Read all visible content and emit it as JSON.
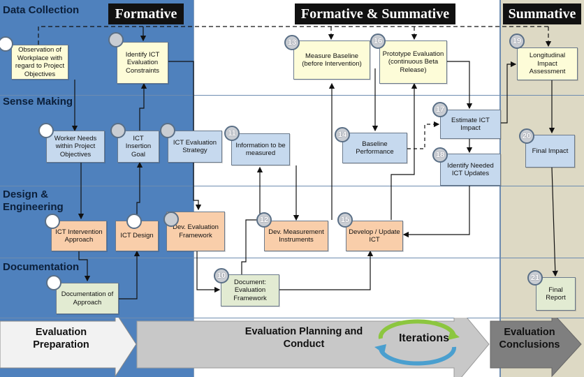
{
  "headers": {
    "formative": "Formative",
    "formative_summative": "Formative & Summative",
    "summative": "Summative"
  },
  "lanes": {
    "data_collection": "Data Collection",
    "sense_making": "Sense Making",
    "design_engineering_1": "Design &",
    "design_engineering_2": "Engineering",
    "documentation": "Documentation"
  },
  "boxes": {
    "observation": "Observation of Workplace with regard to Project Objectives",
    "identify_constraints": "Identify ICT Evaluation Constraints",
    "measure_baseline": "Measure Baseline (before Intervention)",
    "prototype_eval": "Prototype Evaluation (continuous Beta Release)",
    "longitudinal": "Longitudinal Impact Assessment",
    "worker_needs": "Worker Needs within Project Objectives",
    "insertion_goal": "ICT Insertion Goal",
    "eval_strategy": "ICT Evaluation Strategy",
    "info_measured": "Information to be measured",
    "baseline_perf": "Baseline Performance",
    "estimate_impact": "Estimate ICT Impact",
    "needed_updates": "Identify Needed ICT Updates",
    "final_impact": "Final Impact",
    "intervention_approach": "ICT Intervention Approach",
    "ict_design": "ICT Design",
    "dev_framework": "Dev. Evaluation Framework",
    "dev_instruments": "Dev. Measurement Instruments",
    "develop_update": "Develop / Update ICT",
    "doc_approach": "Documentation of Approach",
    "doc_framework": "Document: Evaluation Framework",
    "final_report": "Final Report"
  },
  "step_numbers": {
    "n10": "10",
    "n11": "11",
    "n12": "12",
    "n13": "13",
    "n14": "14",
    "n15": "15",
    "n16": "16",
    "n17": "17",
    "n18": "18",
    "n19": "19",
    "n20": "20",
    "n21": "21"
  },
  "bottom_arrows": {
    "preparation_1": "Evaluation",
    "preparation_2": "Preparation",
    "planning_1": "Evaluation Planning and",
    "planning_2": "Conduct",
    "iterations": "Iterations",
    "conclusions_1": "Evaluation",
    "conclusions_2": "Conclusions"
  },
  "colors": {
    "formative_zone": "#4f81bd",
    "summative_zone": "#ddd9c4",
    "yellow_box": "#fdfcd8",
    "blue_box": "#c6d9ee",
    "orange_box": "#f9ceaa",
    "green_box": "#e2ebd2",
    "cycle_green": "#8cc63f",
    "cycle_blue": "#4a9fcf"
  }
}
